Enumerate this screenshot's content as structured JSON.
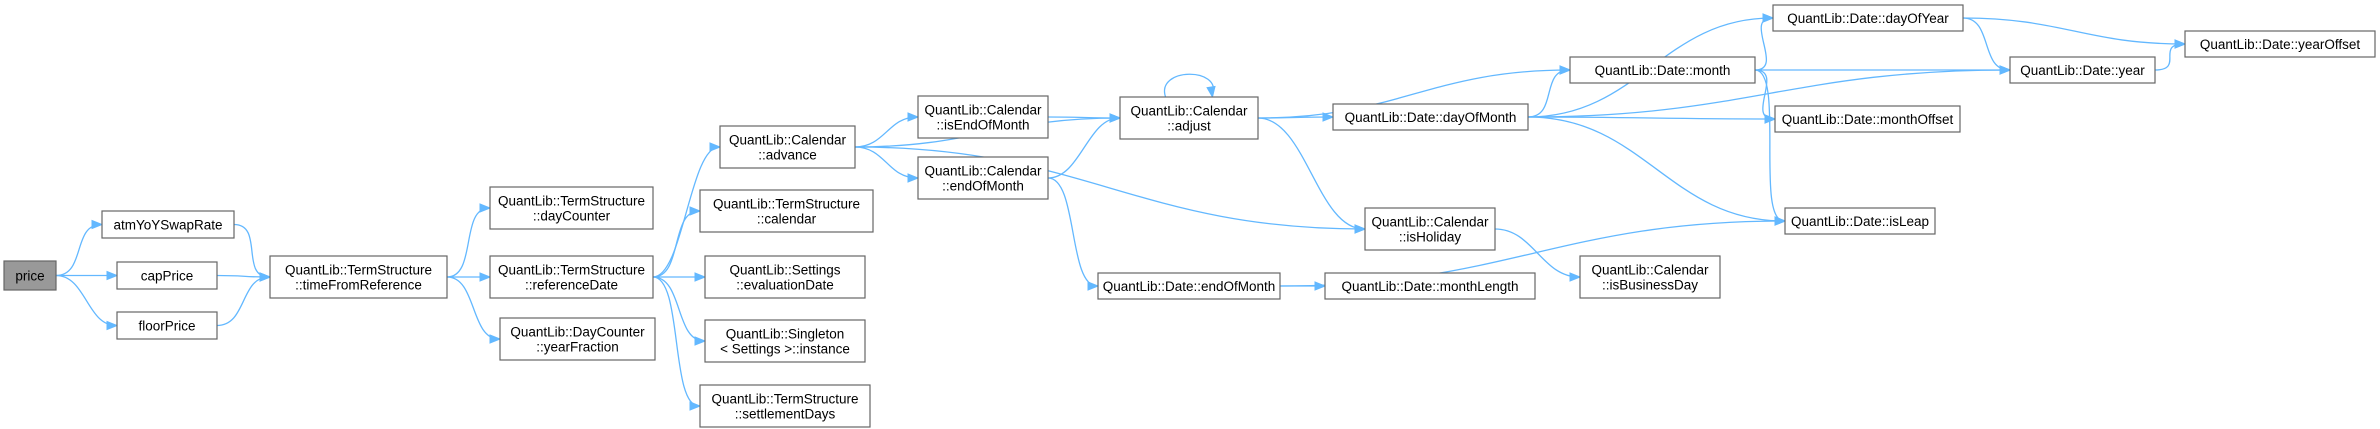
{
  "nodes": {
    "price": [
      "price"
    ],
    "atm": [
      "atmYoYSwapRate"
    ],
    "cap": [
      "capPrice"
    ],
    "floor": [
      "floorPrice"
    ],
    "tfr": [
      "QuantLib::TermStructure",
      "::timeFromReference"
    ],
    "dc": [
      "QuantLib::TermStructure",
      "::dayCounter"
    ],
    "rd": [
      "QuantLib::TermStructure",
      "::referenceDate"
    ],
    "yf": [
      "QuantLib::DayCounter",
      "::yearFraction"
    ],
    "adv": [
      "QuantLib::Calendar",
      "::advance"
    ],
    "cal": [
      "QuantLib::TermStructure",
      "::calendar"
    ],
    "evd": [
      "QuantLib::Settings",
      "::evaluationDate"
    ],
    "inst": [
      "QuantLib::Singleton",
      "< Settings >::instance"
    ],
    "sd": [
      "QuantLib::TermStructure",
      "::settlementDays"
    ],
    "iem": [
      "QuantLib::Calendar",
      "::isEndOfMonth"
    ],
    "cem": [
      "QuantLib::Calendar",
      "::endOfMonth"
    ],
    "adj": [
      "QuantLib::Calendar",
      "::adjust"
    ],
    "dem": [
      "QuantLib::Date::endOfMonth"
    ],
    "ml": [
      "QuantLib::Date::monthLength"
    ],
    "dom": [
      "QuantLib::Date::dayOfMonth"
    ],
    "ih": [
      "QuantLib::Calendar",
      "::isHoliday"
    ],
    "ibd": [
      "QuantLib::Calendar",
      "::isBusinessDay"
    ],
    "mon": [
      "QuantLib::Date::month"
    ],
    "doy": [
      "QuantLib::Date::dayOfYear"
    ],
    "mo": [
      "QuantLib::Date::monthOffset"
    ],
    "yr": [
      "QuantLib::Date::year"
    ],
    "il": [
      "QuantLib::Date::isLeap"
    ],
    "yo": [
      "QuantLib::Date::yearOffset"
    ]
  },
  "edges": [
    [
      "price",
      "atm"
    ],
    [
      "price",
      "cap"
    ],
    [
      "price",
      "floor"
    ],
    [
      "atm",
      "tfr"
    ],
    [
      "cap",
      "tfr"
    ],
    [
      "floor",
      "tfr"
    ],
    [
      "tfr",
      "dc"
    ],
    [
      "tfr",
      "rd"
    ],
    [
      "tfr",
      "yf"
    ],
    [
      "rd",
      "adv"
    ],
    [
      "rd",
      "cal"
    ],
    [
      "rd",
      "evd"
    ],
    [
      "rd",
      "inst"
    ],
    [
      "rd",
      "sd"
    ],
    [
      "adv",
      "iem"
    ],
    [
      "adv",
      "cem"
    ],
    [
      "adv",
      "adj"
    ],
    [
      "adv",
      "ih"
    ],
    [
      "iem",
      "adj"
    ],
    [
      "cem",
      "adj"
    ],
    [
      "cem",
      "dem"
    ],
    [
      "adj",
      "adj"
    ],
    [
      "adj",
      "dom"
    ],
    [
      "adj",
      "mon"
    ],
    [
      "adj",
      "ih"
    ],
    [
      "dem",
      "ml"
    ],
    [
      "dem",
      "il"
    ],
    [
      "dom",
      "mon"
    ],
    [
      "dom",
      "doy"
    ],
    [
      "dom",
      "mo"
    ],
    [
      "dom",
      "yr"
    ],
    [
      "dom",
      "il"
    ],
    [
      "ih",
      "ibd"
    ],
    [
      "mon",
      "doy"
    ],
    [
      "mon",
      "yr"
    ],
    [
      "mon",
      "mo"
    ],
    [
      "mon",
      "il"
    ],
    [
      "doy",
      "yr"
    ],
    [
      "doy",
      "yo"
    ],
    [
      "yr",
      "yo"
    ]
  ],
  "colors": {
    "edge": "#63b8ff",
    "root_fill": "#999999",
    "border": "#666666"
  }
}
